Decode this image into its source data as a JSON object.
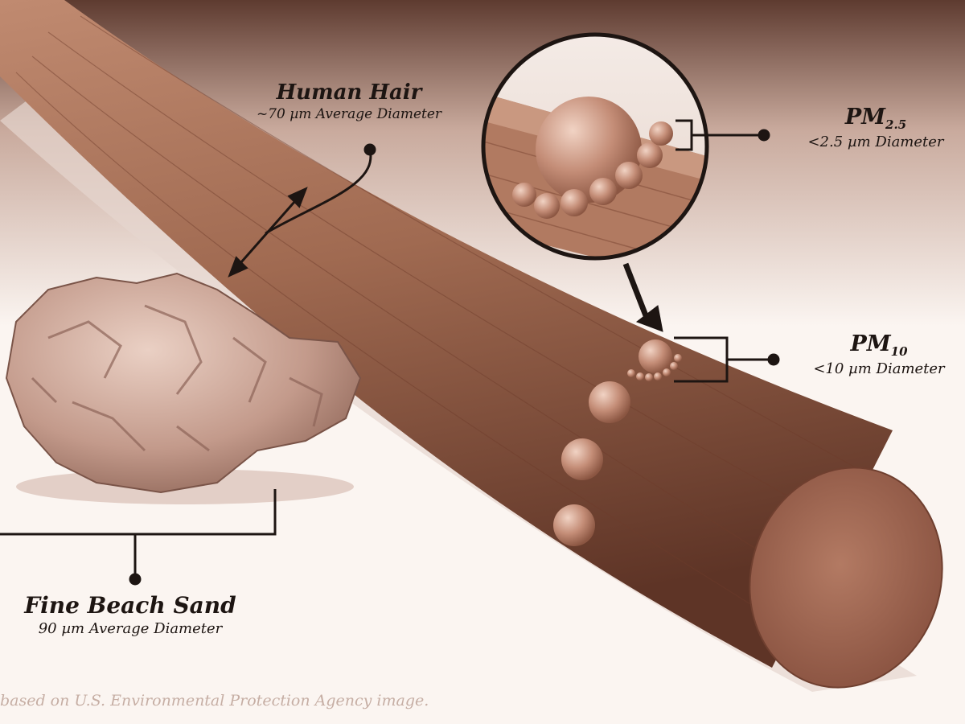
{
  "labels": {
    "hair": {
      "title": "Human Hair",
      "subtitle": "~70 µm Average Diameter"
    },
    "pm25": {
      "title_main": "PM",
      "title_sub": "2.5",
      "subtitle": "<2.5 µm Diameter"
    },
    "pm10": {
      "title_main": "PM",
      "title_sub": "10",
      "subtitle": "<10 µm Diameter"
    },
    "sand": {
      "title": "Fine Beach Sand",
      "subtitle": "90 µm Average Diameter"
    }
  },
  "credit": "based on U.S. Environmental Protection Agency image.",
  "colors": {
    "background": "#fbf5f1",
    "hair": "#a86f55",
    "hair_dark": "#5a3022",
    "sand": "#c9a093",
    "particle": "#c28f79",
    "ink": "#1d1512"
  }
}
